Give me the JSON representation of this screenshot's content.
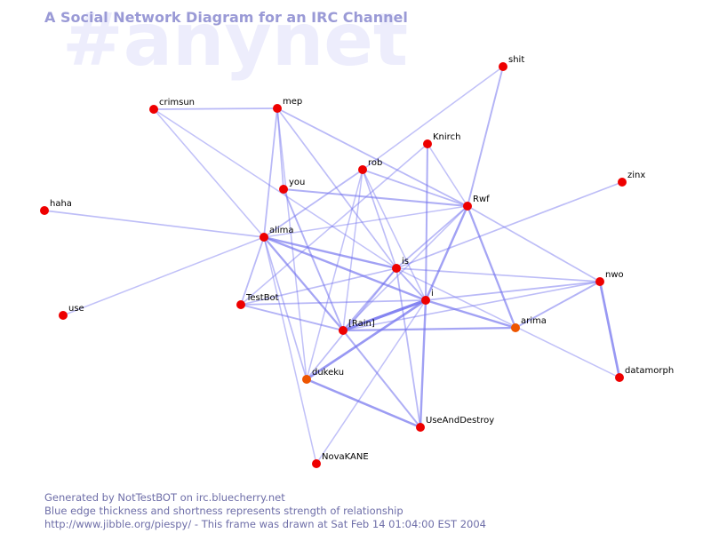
{
  "title": "A Social Network Diagram for an IRC Channel",
  "channel": "#anynet",
  "colors": {
    "title": "#9a9ad6",
    "watermark": "#ededfc",
    "edge": "#7070ee",
    "node": "#ee0000",
    "node_orange": "#ee5500",
    "footer": "#6e6ea8"
  },
  "footer": {
    "line1": "Generated by NotTestBOT on irc.bluecherry.net",
    "line2": "Blue edge thickness and shortness represents strength of relationship",
    "line3": "http://www.jibble.org/piespy/ - This frame was drawn at Sat Feb 14 01:04:00 EST 2004"
  },
  "nodes": [
    {
      "id": "shit",
      "label": "shit",
      "color": "red"
    },
    {
      "id": "crimsun",
      "label": "crimsun",
      "color": "red"
    },
    {
      "id": "mep",
      "label": "mep",
      "color": "red"
    },
    {
      "id": "knirch",
      "label": "Knirch",
      "color": "red"
    },
    {
      "id": "rob",
      "label": "rob",
      "color": "red"
    },
    {
      "id": "zinx",
      "label": "zinx",
      "color": "red"
    },
    {
      "id": "you",
      "label": "you",
      "color": "red"
    },
    {
      "id": "rwf",
      "label": "Rwf",
      "color": "red"
    },
    {
      "id": "haha",
      "label": "haha",
      "color": "red"
    },
    {
      "id": "alima",
      "label": "alima",
      "color": "red"
    },
    {
      "id": "is",
      "label": "is",
      "color": "red"
    },
    {
      "id": "nwo",
      "label": "nwo",
      "color": "red"
    },
    {
      "id": "i",
      "label": "i",
      "color": "red"
    },
    {
      "id": "testbot",
      "label": "TestBot",
      "color": "red"
    },
    {
      "id": "use",
      "label": "use",
      "color": "red"
    },
    {
      "id": "rain",
      "label": "[Rain]",
      "color": "red"
    },
    {
      "id": "arima",
      "label": "arima",
      "color": "orange"
    },
    {
      "id": "datamorph",
      "label": "datamorph",
      "color": "red"
    },
    {
      "id": "dukeku",
      "label": "dukeku",
      "color": "orange"
    },
    {
      "id": "useanddestroy",
      "label": "UseAndDestroy",
      "color": "red"
    },
    {
      "id": "novakane",
      "label": "NovaKANE",
      "color": "red"
    }
  ],
  "edges": [
    {
      "source": "shit",
      "target": "rwf",
      "strength": 0.35
    },
    {
      "source": "shit",
      "target": "rob",
      "strength": 0.2
    },
    {
      "source": "crimsun",
      "target": "mep",
      "strength": 0.3
    },
    {
      "source": "crimsun",
      "target": "alima",
      "strength": 0.2
    },
    {
      "source": "crimsun",
      "target": "is",
      "strength": 0.2
    },
    {
      "source": "mep",
      "target": "you",
      "strength": 0.25
    },
    {
      "source": "mep",
      "target": "alima",
      "strength": 0.3
    },
    {
      "source": "mep",
      "target": "rwf",
      "strength": 0.3
    },
    {
      "source": "mep",
      "target": "is",
      "strength": 0.25
    },
    {
      "source": "mep",
      "target": "dukeku",
      "strength": 0.2
    },
    {
      "source": "knirch",
      "target": "i",
      "strength": 0.4
    },
    {
      "source": "knirch",
      "target": "rwf",
      "strength": 0.2
    },
    {
      "source": "knirch",
      "target": "testbot",
      "strength": 0.2
    },
    {
      "source": "rob",
      "target": "rwf",
      "strength": 0.3
    },
    {
      "source": "rob",
      "target": "alima",
      "strength": 0.3
    },
    {
      "source": "rob",
      "target": "is",
      "strength": 0.25
    },
    {
      "source": "rob",
      "target": "i",
      "strength": 0.2
    },
    {
      "source": "rob",
      "target": "rain",
      "strength": 0.2
    },
    {
      "source": "rob",
      "target": "dukeku",
      "strength": 0.2
    },
    {
      "source": "zinx",
      "target": "is",
      "strength": 0.25
    },
    {
      "source": "you",
      "target": "rwf",
      "strength": 0.4
    },
    {
      "source": "you",
      "target": "rain",
      "strength": 0.35
    },
    {
      "source": "rwf",
      "target": "alima",
      "strength": 0.2
    },
    {
      "source": "rwf",
      "target": "is",
      "strength": 0.3
    },
    {
      "source": "rwf",
      "target": "i",
      "strength": 0.55
    },
    {
      "source": "rwf",
      "target": "arima",
      "strength": 0.5
    },
    {
      "source": "rwf",
      "target": "nwo",
      "strength": 0.25
    },
    {
      "source": "rwf",
      "target": "rain",
      "strength": 0.2
    },
    {
      "source": "haha",
      "target": "alima",
      "strength": 0.25
    },
    {
      "source": "alima",
      "target": "is",
      "strength": 0.55
    },
    {
      "source": "alima",
      "target": "i",
      "strength": 0.55
    },
    {
      "source": "alima",
      "target": "testbot",
      "strength": 0.3
    },
    {
      "source": "alima",
      "target": "rain",
      "strength": 0.5
    },
    {
      "source": "alima",
      "target": "dukeku",
      "strength": 0.25
    },
    {
      "source": "alima",
      "target": "novakane",
      "strength": 0.2
    },
    {
      "source": "alima",
      "target": "use",
      "strength": 0.2
    },
    {
      "source": "is",
      "target": "nwo",
      "strength": 0.25
    },
    {
      "source": "is",
      "target": "i",
      "strength": 0.35
    },
    {
      "source": "is",
      "target": "testbot",
      "strength": 0.25
    },
    {
      "source": "is",
      "target": "rain",
      "strength": 0.35
    },
    {
      "source": "is",
      "target": "useanddestroy",
      "strength": 0.3
    },
    {
      "source": "is",
      "target": "datamorph",
      "strength": 0.2
    },
    {
      "source": "is",
      "target": "dukeku",
      "strength": 0.25
    },
    {
      "source": "nwo",
      "target": "i",
      "strength": 0.3
    },
    {
      "source": "nwo",
      "target": "arima",
      "strength": 0.35
    },
    {
      "source": "nwo",
      "target": "datamorph",
      "strength": 0.65
    },
    {
      "source": "nwo",
      "target": "rain",
      "strength": 0.25
    },
    {
      "source": "i",
      "target": "rain",
      "strength": 0.85
    },
    {
      "source": "i",
      "target": "testbot",
      "strength": 0.3
    },
    {
      "source": "i",
      "target": "dukeku",
      "strength": 0.65
    },
    {
      "source": "i",
      "target": "useanddestroy",
      "strength": 0.55
    },
    {
      "source": "i",
      "target": "arima",
      "strength": 0.55
    },
    {
      "source": "i",
      "target": "novakane",
      "strength": 0.2
    },
    {
      "source": "rain",
      "target": "arima",
      "strength": 0.5
    },
    {
      "source": "rain",
      "target": "useanddestroy",
      "strength": 0.4
    },
    {
      "source": "testbot",
      "target": "rain",
      "strength": 0.35
    },
    {
      "source": "dukeku",
      "target": "useanddestroy",
      "strength": 0.6
    }
  ]
}
